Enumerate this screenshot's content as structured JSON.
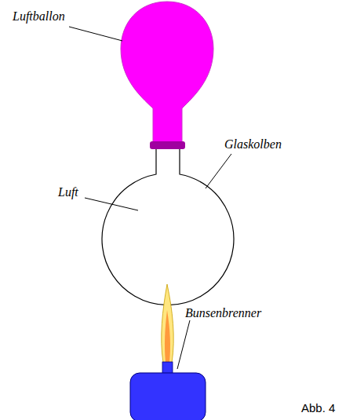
{
  "diagram": {
    "caption": "Abb. 4",
    "labels": [
      "Luftballon",
      "Glaskolben",
      "Luft",
      "Bunsenbrenner"
    ]
  }
}
